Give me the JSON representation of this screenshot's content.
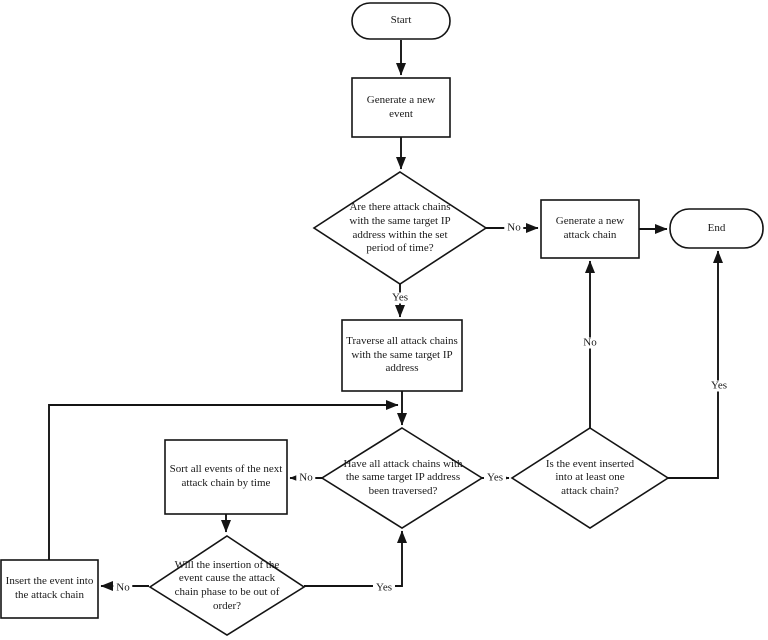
{
  "diagram": {
    "background": "#ffffff",
    "line_color": "#141414",
    "text_color": "#1a1a1a",
    "nodes": {
      "start": {
        "type": "terminator",
        "label": "Start"
      },
      "generate_event": {
        "type": "process",
        "label": "Generate a new\nevent"
      },
      "chains_exist": {
        "type": "decision",
        "label": "Are there attack chains\nwith the same target IP\naddress within the set\nperiod of time?"
      },
      "generate_chain": {
        "type": "process",
        "label": "Generate a new\nattack chain"
      },
      "end": {
        "type": "terminator",
        "label": "End"
      },
      "traverse": {
        "type": "process",
        "label": "Traverse all attack chains\nwith the same target IP\naddress"
      },
      "all_traversed": {
        "type": "decision",
        "label": "Have all attack chains with\nthe same target IP address\nbeen traversed?"
      },
      "sort_events": {
        "type": "process",
        "label": "Sort all events of the next\nattack chain by time"
      },
      "out_of_order": {
        "type": "decision",
        "label": "Will the insertion of the\nevent cause the attack\nchain phase to be out of\norder?"
      },
      "insert_event": {
        "type": "process",
        "label": "Insert the event into\nthe attack chain"
      },
      "is_inserted": {
        "type": "decision",
        "label": "Is the event inserted\ninto at least one\nattack chain?"
      }
    },
    "edge_labels": {
      "chains_exist_no": "No",
      "chains_exist_yes": "Yes",
      "all_traversed_no": "No",
      "all_traversed_yes": "Yes",
      "out_of_order_no": "No",
      "out_of_order_yes": "Yes",
      "is_inserted_no": "No",
      "is_inserted_yes": "Yes"
    }
  }
}
